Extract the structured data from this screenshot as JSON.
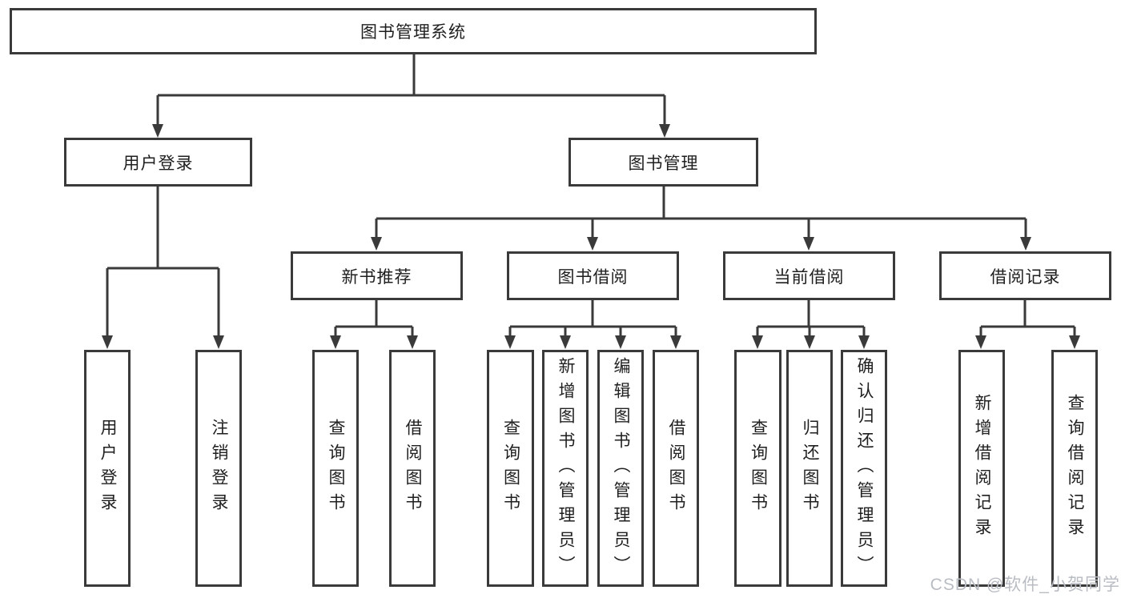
{
  "diagram_type": "tree",
  "tree": {
    "root": {
      "label": "图书管理系统",
      "children": [
        {
          "label": "用户登录",
          "children": [
            {
              "label": "用户登录"
            },
            {
              "label": "注销登录"
            }
          ]
        },
        {
          "label": "图书管理",
          "children": [
            {
              "label": "新书推荐",
              "children": [
                {
                  "label": "查询图书"
                },
                {
                  "label": "借阅图书"
                }
              ]
            },
            {
              "label": "图书借阅",
              "children": [
                {
                  "label": "查询图书"
                },
                {
                  "label": "新增图书（管理员）"
                },
                {
                  "label": "编辑图书（管理员）"
                },
                {
                  "label": "借阅图书"
                }
              ]
            },
            {
              "label": "当前借阅",
              "children": [
                {
                  "label": "查询图书"
                },
                {
                  "label": "归还图书"
                },
                {
                  "label": "确认归还（管理员）"
                }
              ]
            },
            {
              "label": "借阅记录",
              "children": [
                {
                  "label": "新增借阅记录"
                },
                {
                  "label": "查询借阅记录"
                }
              ]
            }
          ]
        }
      ]
    }
  },
  "watermark": "CSDN @软件_小贺同学",
  "colors": {
    "line": "#3a3a3a",
    "text": "#1f1f1f",
    "watermark": "#b9bdc3",
    "background": "#ffffff"
  }
}
